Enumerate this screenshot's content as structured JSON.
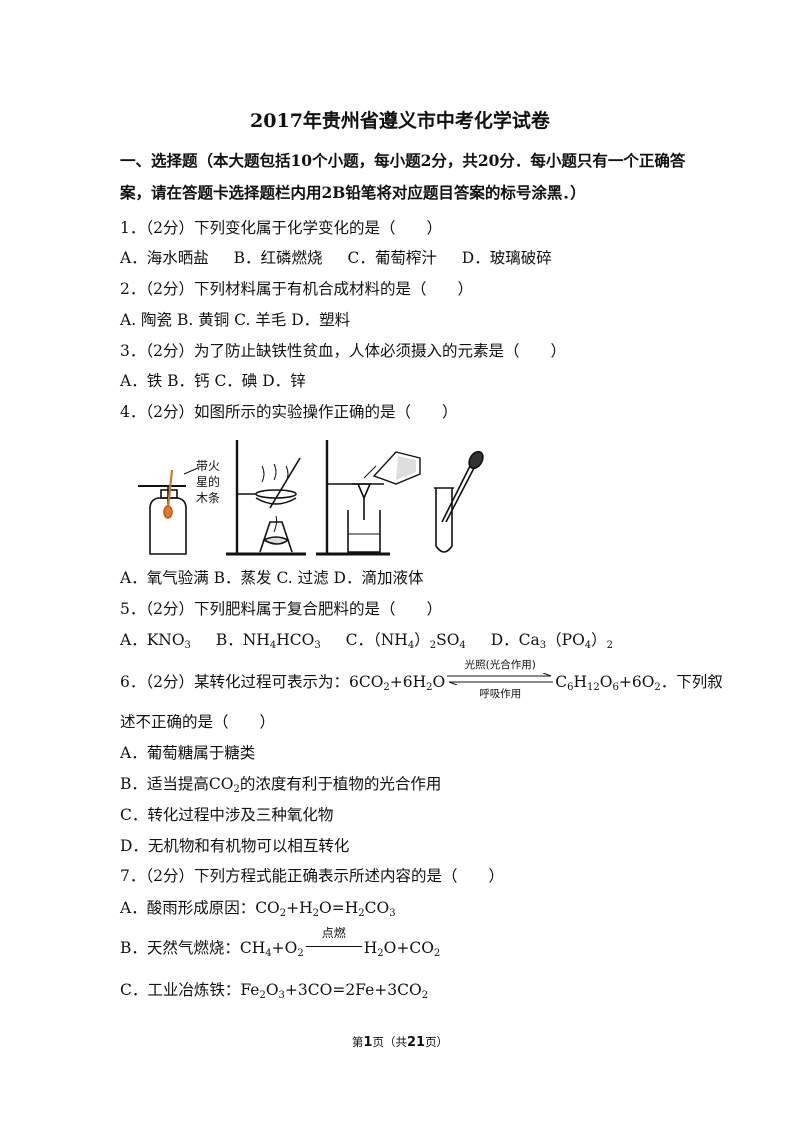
{
  "title": "2017年贵州省遵义市中考化学试卷",
  "section1": "一、选择题（本大题包括10个小题，每小题2分，共20分．每小题只有一个正确答案，请在答题卡选择题栏内用2B铅笔将对应题目答案的标号涂黑．）",
  "q1": {
    "stem": "1．（2分）下列变化属于化学变化的是（　　）",
    "options": [
      "A．海水晒盐",
      "B．红磷燃烧",
      "C．葡萄榨汁",
      "D．玻璃破碎"
    ]
  },
  "q2": {
    "stem": "2．（2分）下列材料属于有机合成材料的是（　　）",
    "options_line": "A. 陶瓷 B. 黄铜 C. 羊毛 D．塑料"
  },
  "q3": {
    "stem": "3．（2分）为了防止缺铁性贫血，人体必须摄入的元素是（　　）",
    "options_line": "A．铁  B．钙  C．碘  D．锌"
  },
  "q4": {
    "stem": "4．（2分）如图所示的实验操作正确的是（　　）",
    "figure_label": [
      "带火",
      "星的",
      "木条"
    ],
    "options_line": "A．氧气验满   B．蒸发 C. 过滤 D．滴加液体"
  },
  "q5": {
    "stem": "5．（2分）下列肥料属于复合肥料的是（　　）",
    "opt_a": "A．KNO",
    "opt_a_sub": "3",
    "opt_b": "B．NH",
    "opt_b_sub1": "4",
    "opt_b_mid": "HCO",
    "opt_b_sub2": "3",
    "opt_c": "C．（NH",
    "opt_c_sub1": "4",
    "opt_c_mid": "）",
    "opt_c_sub2": "2",
    "opt_c_end": "SO",
    "opt_c_sub3": "4",
    "opt_d": "D．Ca",
    "opt_d_sub1": "3",
    "opt_d_mid": "（PO",
    "opt_d_sub2": "4",
    "opt_d_end": "）",
    "opt_d_sub3": "2"
  },
  "q6": {
    "stem_pre": "6．（2分）某转化过程可表示为：6CO",
    "stem_sub1": "2",
    "stem_mid": "+6H",
    "stem_sub2": "2",
    "stem_o": "O",
    "arrow_above": "光照(光合作用)",
    "arrow_below": "呼吸作用",
    "prod_c": "C",
    "prod_sub1": "6",
    "prod_h": "H",
    "prod_sub2": "12",
    "prod_o": "O",
    "prod_sub3": "6",
    "prod_rest": "+6O",
    "prod_sub4": "2",
    "stem_end": "．下列叙",
    "stem_cont": "述不正确的是（　　）",
    "opt_a": "A．葡萄糖属于糖类",
    "opt_b_pre": "B．适当提高CO",
    "opt_b_sub": "2",
    "opt_b_post": "的浓度有利于植物的光合作用",
    "opt_c": "C．转化过程中涉及三种氧化物",
    "opt_d": "D．无机物和有机物可以相互转化"
  },
  "q7": {
    "stem": "7．（2分）下列方程式能正确表示所述内容的是（　　）",
    "opt_a_pre": "A．酸雨形成原因：CO",
    "opt_a_s1": "2",
    "opt_a_m1": "+H",
    "opt_a_s2": "2",
    "opt_a_m2": "O=H",
    "opt_a_s3": "2",
    "opt_a_m3": "CO",
    "opt_a_s4": "3",
    "opt_b_pre": "B．天然气燃烧：CH",
    "opt_b_s1": "4",
    "opt_b_m1": "+O",
    "opt_b_s2": "2",
    "opt_b_cond": "点燃",
    "opt_b_m2": "H",
    "opt_b_s3": "2",
    "opt_b_m3": "O+CO",
    "opt_b_s4": "2",
    "opt_c_pre": "C．工业冶炼铁：Fe",
    "opt_c_s1": "2",
    "opt_c_m1": "O",
    "opt_c_s2": "3",
    "opt_c_m2": "+3CO=2Fe+3CO",
    "opt_c_s3": "2"
  },
  "footer": {
    "pre": "第",
    "page": "1",
    "mid": "页（共",
    "total": "21",
    "post": "页）"
  }
}
